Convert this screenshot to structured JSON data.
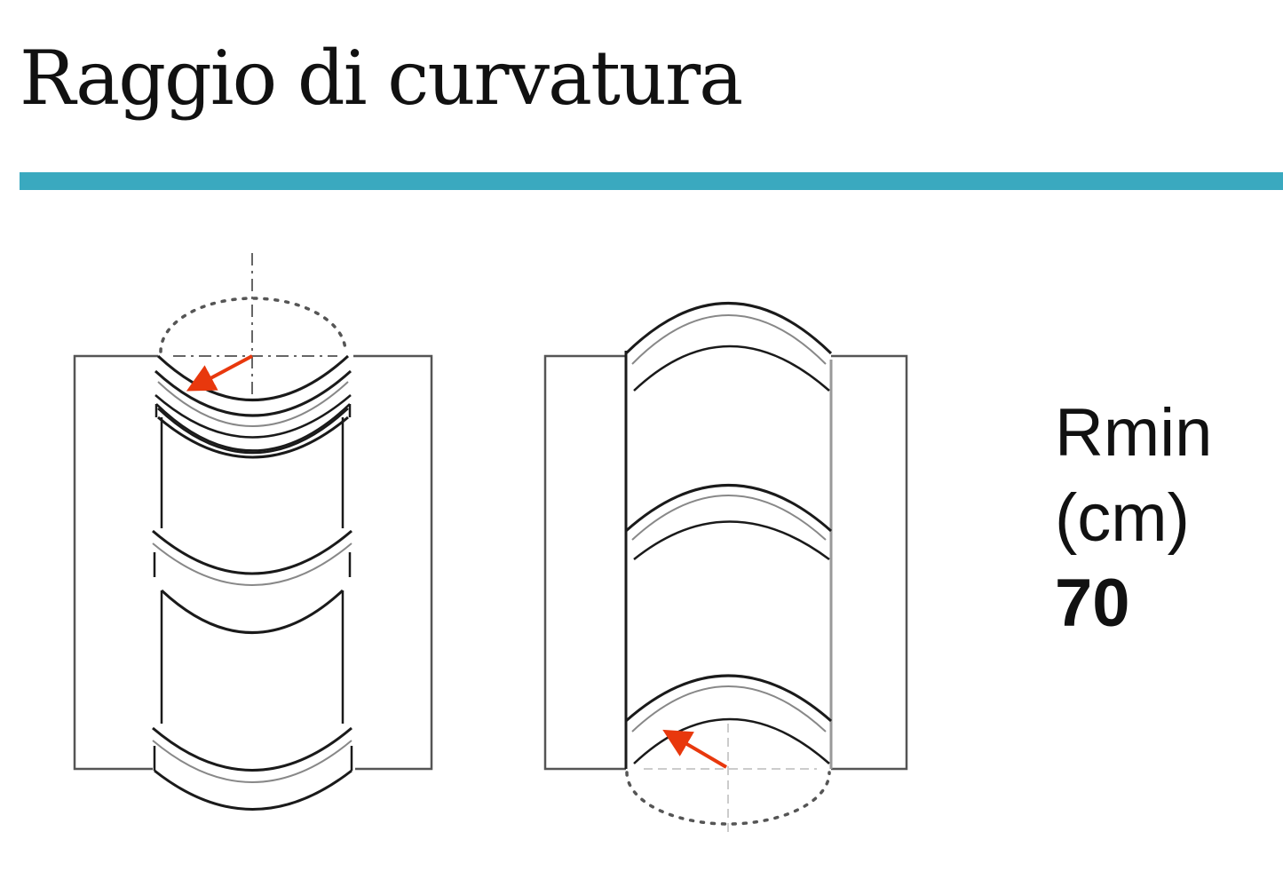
{
  "header": {
    "title": "Raggio di curvatura"
  },
  "colors": {
    "accent_rule": "#3aa9bf",
    "radius_arrow": "#e8380d",
    "line": "#1a1a1a"
  },
  "figures": [
    {
      "name": "convex-bend",
      "description": "Cylinder bent outward with radius arrow at top"
    },
    {
      "name": "concave-bend",
      "description": "Cylinder bent inward with radius arrow at bottom"
    }
  ],
  "spec": {
    "label_line1": "Rmin",
    "label_line2": "(cm)",
    "value": "70"
  }
}
